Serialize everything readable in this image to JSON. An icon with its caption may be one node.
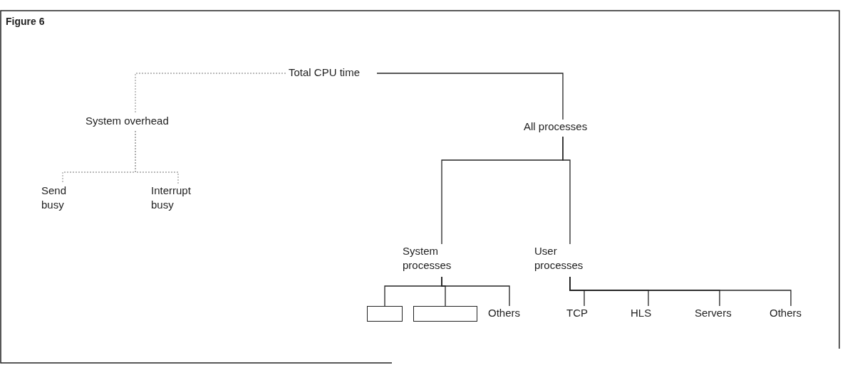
{
  "diagram": {
    "title": "Figure 6",
    "nodes": [
      {
        "text": [
          "Total CPU time"
        ]
      },
      {
        "text": [
          "System overhead"
        ]
      },
      {
        "text": [
          "Send busy"
        ]
      },
      {
        "text": [
          "Interrupt busy"
        ]
      },
      {
        "text": [
          "All processes"
        ]
      },
      {
        "text": [
          "System processes"
        ]
      },
      {
        "text": [
          "User processes"
        ]
      },
      {
        "text": [],
        "shape": "box"
      },
      {
        "text": [],
        "shape": "box"
      },
      {
        "text": [
          "Others"
        ]
      },
      {
        "text": [
          "TCP"
        ]
      },
      {
        "text": [
          "HLS"
        ]
      },
      {
        "text": [
          "Servers"
        ]
      },
      {
        "text": [
          "Others"
        ]
      }
    ],
    "edges": [
      {
        "from": 0,
        "to": 1,
        "arrow": "none",
        "style": "dashed",
        "color": "#a3a3a3"
      },
      {
        "from": 1,
        "to": 2,
        "arrow": "none",
        "style": "dashed",
        "color": "#a3a3a3"
      },
      {
        "from": 1,
        "to": 3,
        "arrow": "none",
        "style": "dashed",
        "color": "#a3a3a3"
      },
      {
        "from": 0,
        "to": 4,
        "arrow": "none"
      },
      {
        "from": 4,
        "to": 5,
        "arrow": "none"
      },
      {
        "from": 4,
        "to": 6,
        "arrow": "none"
      },
      {
        "from": 5,
        "to": 7,
        "arrow": "none"
      },
      {
        "from": 5,
        "to": 8,
        "arrow": "none"
      },
      {
        "from": 5,
        "to": 9,
        "arrow": "none"
      },
      {
        "from": 6,
        "to": 10,
        "arrow": "none"
      },
      {
        "from": 6,
        "to": 11,
        "arrow": "none"
      },
      {
        "from": 6,
        "to": 12,
        "arrow": "none"
      },
      {
        "from": 6,
        "to": 13,
        "arrow": "none"
      }
    ]
  }
}
